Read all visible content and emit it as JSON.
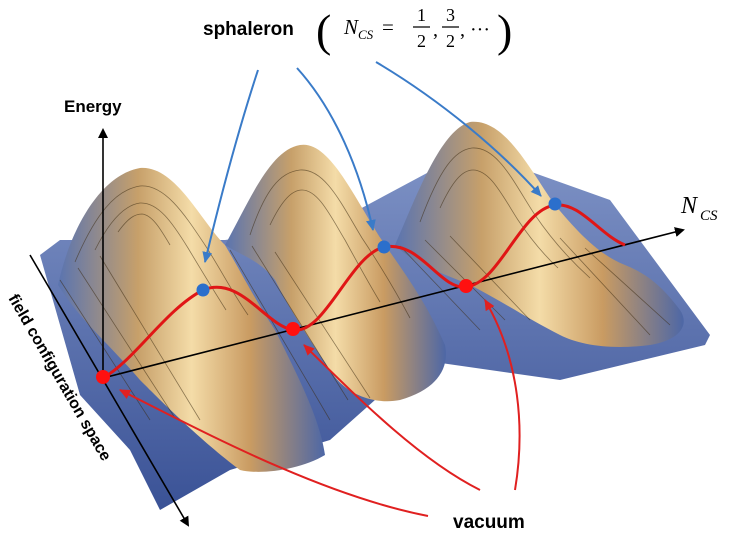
{
  "diagram": {
    "labels": {
      "sphaleron": "sphaleron",
      "sphaleron_formula": {
        "var": "N",
        "sub": "CS",
        "equals": "=",
        "frac1_num": "1",
        "frac1_den": "2",
        "comma": ",",
        "frac2_num": "3",
        "frac2_den": "2",
        "ellipsis": ", ···"
      },
      "energy_axis": "Energy",
      "ncs_axis": {
        "var": "N",
        "sub": "CS"
      },
      "field_axis": "field configuration space",
      "vacuum": "vacuum"
    },
    "colors": {
      "surface_peak": "#f3d9a2",
      "surface_mid": "#d4a263",
      "surface_valley": "#4f6aa8",
      "path": "#e01616",
      "vacuum_point": "#ff1010",
      "sphaleron_point": "#2b6fcc",
      "sphaleron_arrow": "#3a7bc8",
      "vacuum_arrow": "#e02020",
      "axis": "#000000"
    }
  }
}
